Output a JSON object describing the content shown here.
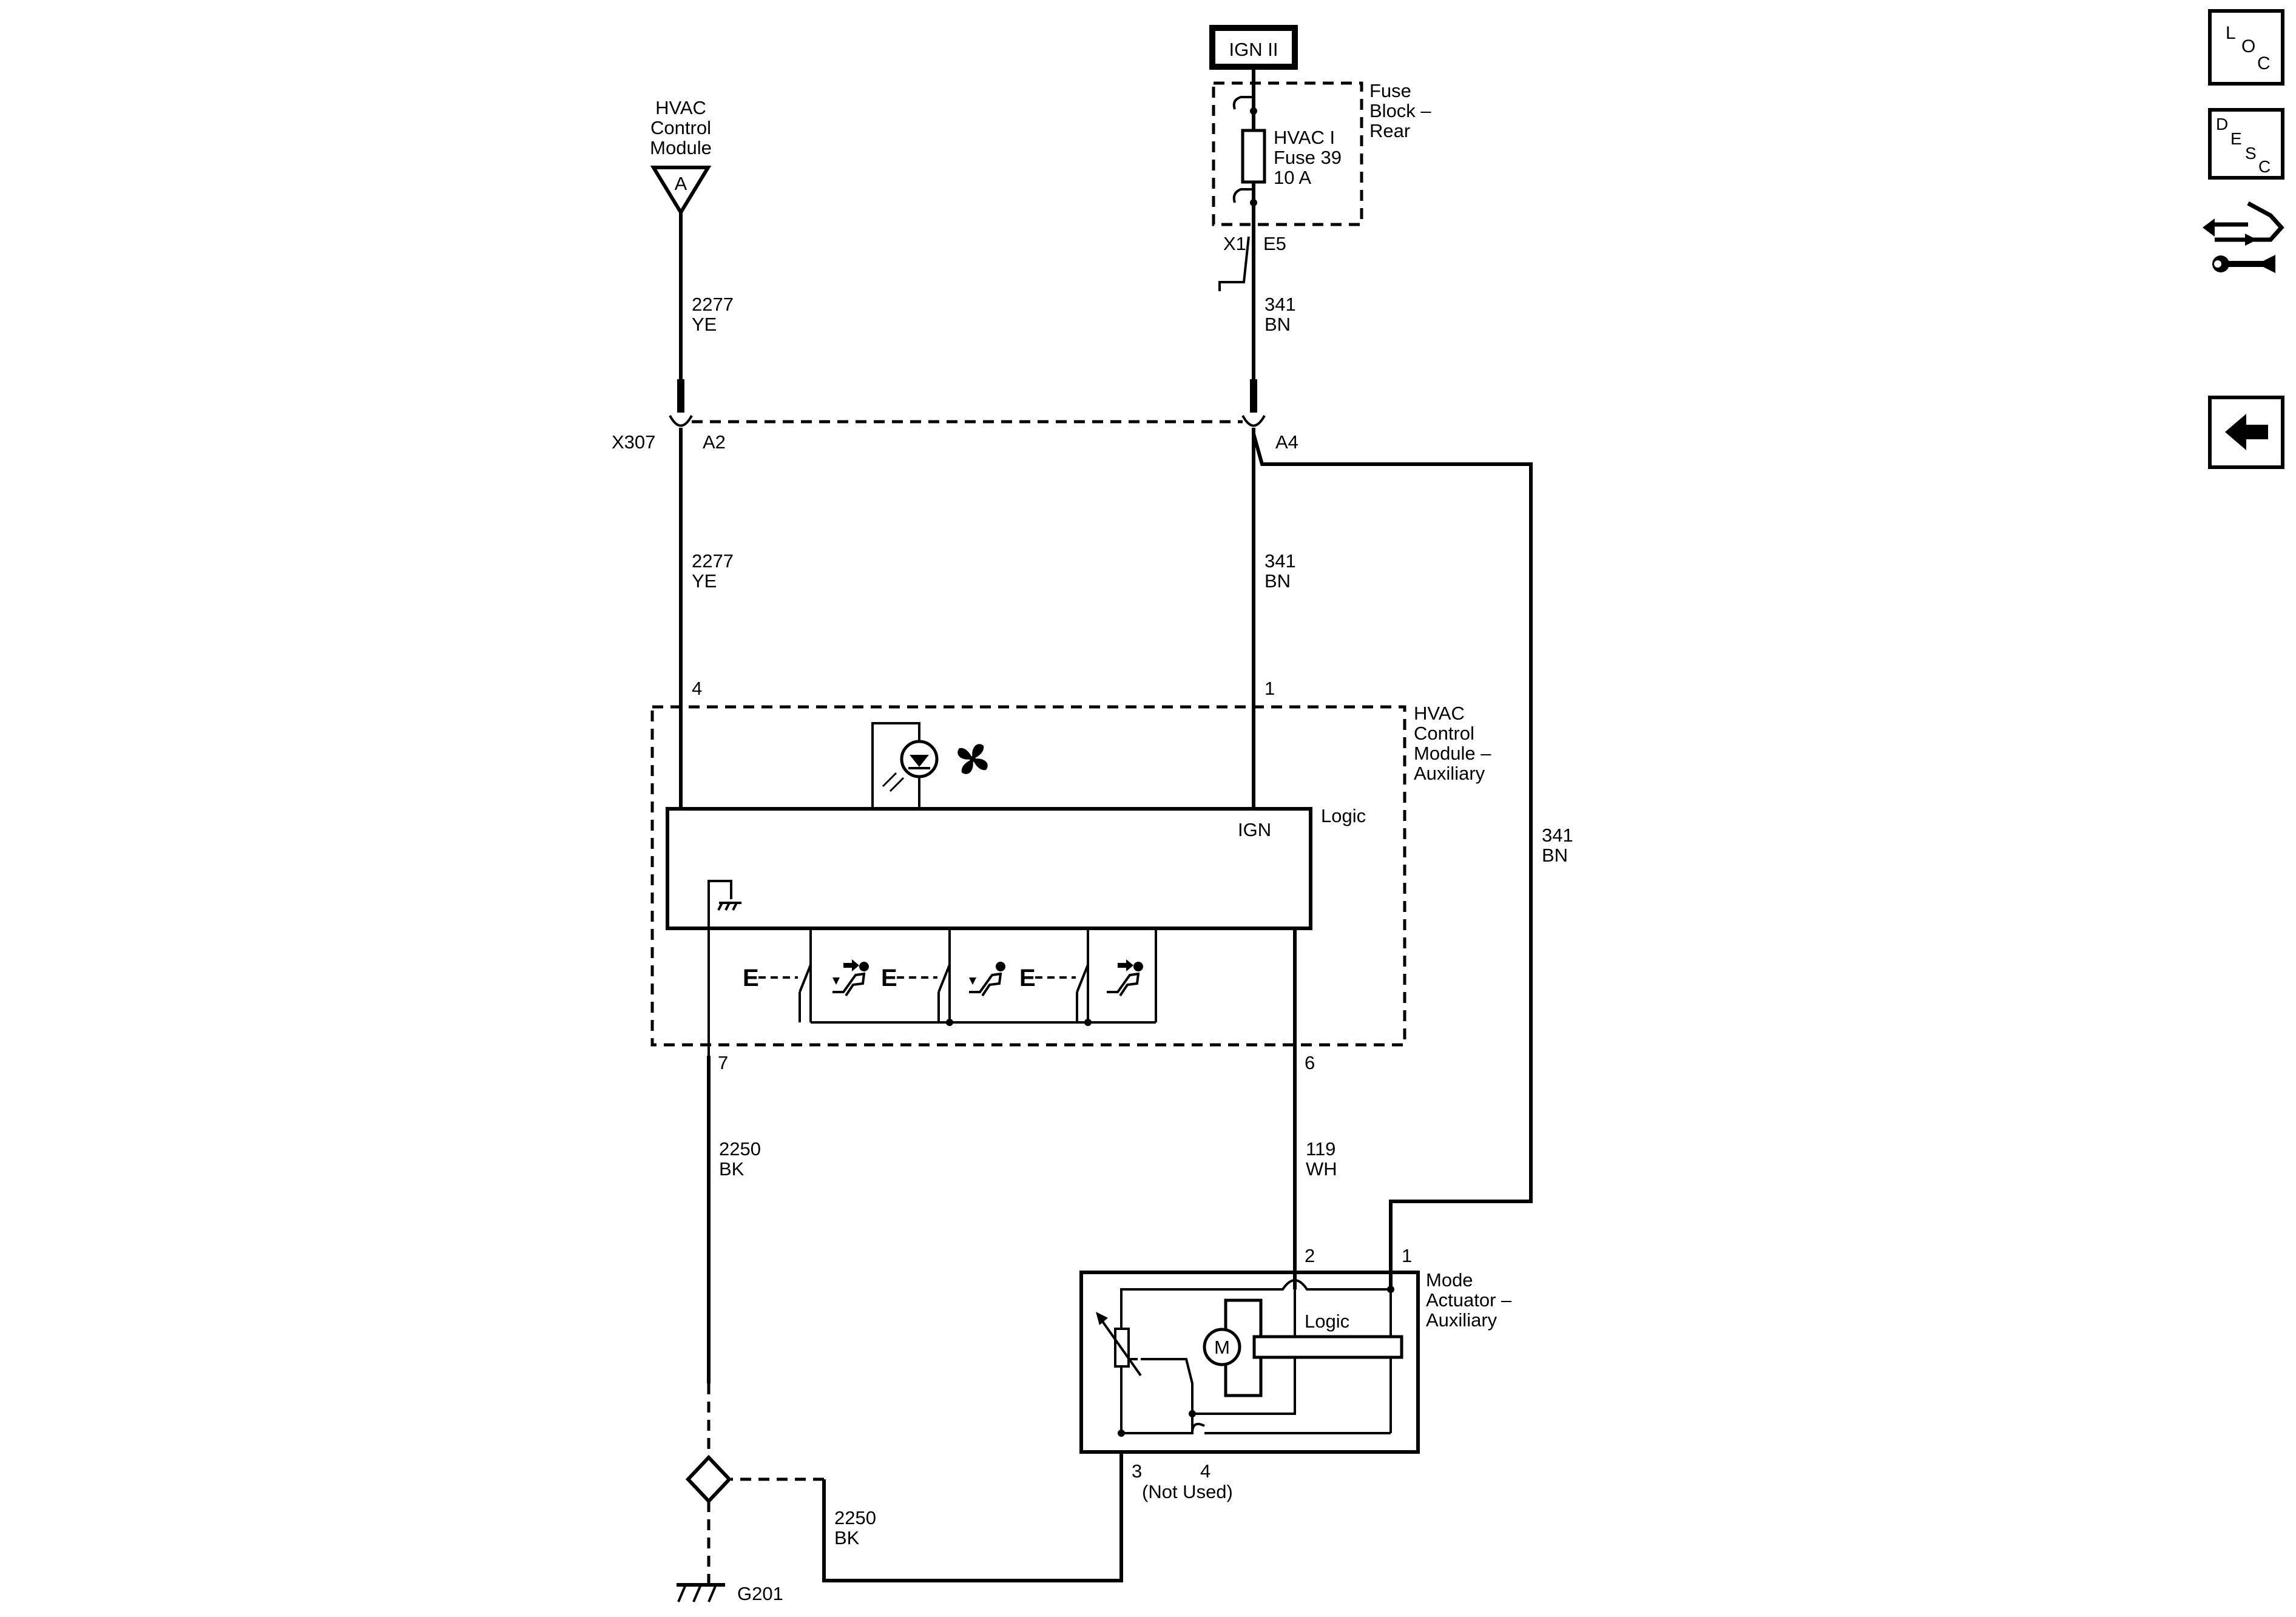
{
  "labels": {
    "ign2": "IGN II",
    "fuse_block_1": "Fuse",
    "fuse_block_2": "Block –",
    "fuse_block_3": "Rear",
    "fuse_1": "HVAC I",
    "fuse_2": "Fuse 39",
    "fuse_3": "10 A",
    "x1": "X1",
    "e5": "E5",
    "hvac_mod_1": "HVAC",
    "hvac_mod_2": "Control",
    "hvac_mod_3": "Module",
    "offpage_a": "A",
    "w2277_a_num": "2277",
    "w2277_a_col": "YE",
    "w341_a_num": "341",
    "w341_a_col": "BN",
    "x307": "X307",
    "a2": "A2",
    "a4": "A4",
    "w2277_b_num": "2277",
    "w2277_b_col": "YE",
    "w341_b_num": "341",
    "w341_b_col": "BN",
    "w341_c_num": "341",
    "w341_c_col": "BN",
    "pin4": "4",
    "pin1": "1",
    "aux_1": "HVAC",
    "aux_2": "Control",
    "aux_3": "Module –",
    "aux_4": "Auxiliary",
    "logic_top": "Logic",
    "ign": "IGN",
    "pin7": "7",
    "pin6": "6",
    "w2250_a_num": "2250",
    "w2250_a_col": "BK",
    "w119_num": "119",
    "w119_col": "WH",
    "act_pin2": "2",
    "act_pin1": "1",
    "mode_1": "Mode",
    "mode_2": "Actuator –",
    "mode_3": "Auxiliary",
    "logic_act": "Logic",
    "motor": "M",
    "act_pin3": "3",
    "act_pin4": "4",
    "not_used": "(Not Used)",
    "w2250_b_num": "2250",
    "w2250_b_col": "BK",
    "g201": "G201"
  },
  "nav": {
    "loc_1": "L",
    "loc_2": "O",
    "loc_3": "C",
    "desc_1": "D",
    "desc_2": "E",
    "desc_3": "S",
    "desc_4": "C"
  }
}
